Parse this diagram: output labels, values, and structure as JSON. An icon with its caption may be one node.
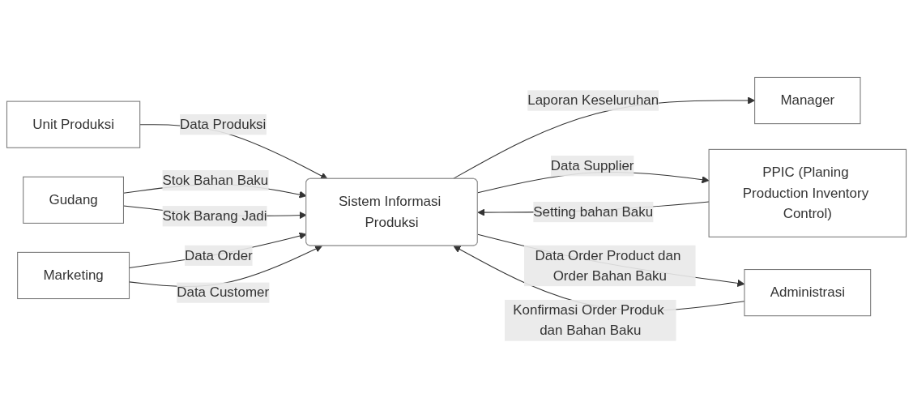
{
  "diagram": {
    "nodes": [
      {
        "text": [
          "Unit Produksi"
        ]
      },
      {
        "text": [
          "Manager"
        ]
      },
      {
        "text": [
          "PPIC (Planing Production Inventory Control)"
        ]
      },
      {
        "text": [
          "Sistem Informasi Produksi"
        ]
      },
      {
        "text": [
          "Gudang"
        ]
      },
      {
        "text": [
          "Marketing"
        ]
      },
      {
        "text": [
          "Administrasi"
        ]
      }
    ],
    "edges": [
      {
        "from": 0,
        "to": 3,
        "arrow": "to",
        "label": "Data Produksi"
      },
      {
        "from": 3,
        "to": 1,
        "arrow": "to",
        "label": "Laporan Keseluruhan"
      },
      {
        "from": 2,
        "to": 3,
        "arrow": "to",
        "label": "Setting bahan Baku"
      },
      {
        "from": 3,
        "to": 2,
        "arrow": "to",
        "label": "Data Supplier"
      },
      {
        "from": 4,
        "to": 3,
        "arrow": "to",
        "label": "Stok Bahan Baku"
      },
      {
        "from": 4,
        "to": 3,
        "arrow": "to",
        "label": "Stok Barang Jadi"
      },
      {
        "from": 5,
        "to": 3,
        "arrow": "to",
        "label": "Data Order"
      },
      {
        "from": 5,
        "to": 3,
        "arrow": "to",
        "label": "Data Customer"
      },
      {
        "from": 3,
        "to": 6,
        "arrow": "to",
        "label": "Data Order Product dan Order Bahan Baku"
      },
      {
        "from": 6,
        "to": 3,
        "arrow": "to",
        "label": "Konfirmasi Order Produk dan Bahan Baku"
      }
    ]
  }
}
